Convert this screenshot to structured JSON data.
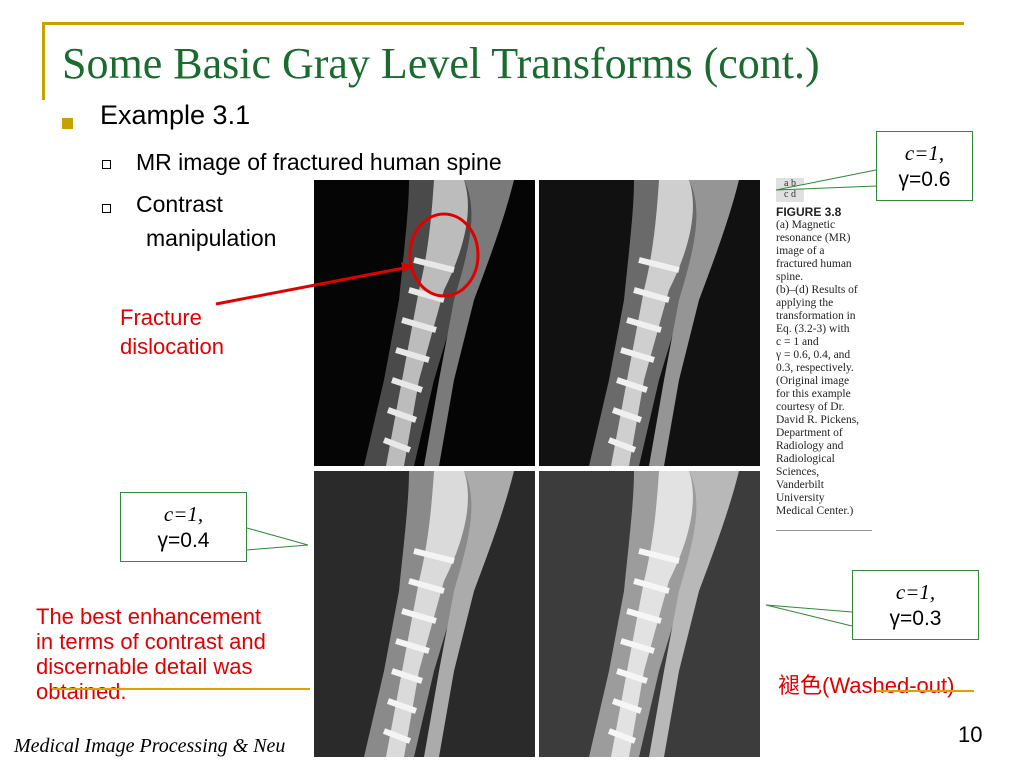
{
  "slide": {
    "title": "Some Basic Gray Level Transforms (cont.)",
    "bullet": "Example 3.1",
    "sub_bullets": [
      "MR image of fractured human spine",
      "Contrast",
      "manipulation"
    ],
    "page_number": "10",
    "footer": "Medical Image Processing & Neu"
  },
  "figure": {
    "panel_labels": [
      "a  b",
      "c  d"
    ],
    "caption_heading": "FIGURE 3.8",
    "caption_lines": [
      "(a) Magnetic",
      "resonance (MR)",
      "image of a",
      "fractured human",
      "spine.",
      "(b)–(d) Results of",
      "applying the",
      "transformation in",
      "Eq. (3.2-3) with",
      "c = 1 and",
      "γ = 0.6, 0.4, and",
      "0.3, respectively.",
      "(Original image",
      "for this example",
      "courtesy of Dr.",
      "David R. Pickens,",
      "Department of",
      "Radiology and",
      "Radiological",
      "Sciences,",
      "Vanderbilt",
      "University",
      "Medical Center.)"
    ]
  },
  "callouts": {
    "b": {
      "c": "c=1,",
      "gamma": "γ=0.6"
    },
    "c": {
      "c": "c=1,",
      "gamma": "γ=0.4"
    },
    "d": {
      "c": "c=1,",
      "gamma": "γ=0.3"
    }
  },
  "annotations": {
    "fracture": [
      "Fracture",
      "dislocation"
    ],
    "best": [
      "The best enhancement",
      "in terms of contrast and",
      "discernable detail was",
      "obtained."
    ],
    "washed": "褪色(Washed-out)"
  },
  "colors": {
    "title": "#1a6b2e",
    "accent": "#c8a000",
    "annotation": "#e00000",
    "callout_border": "#2f8a3a"
  }
}
